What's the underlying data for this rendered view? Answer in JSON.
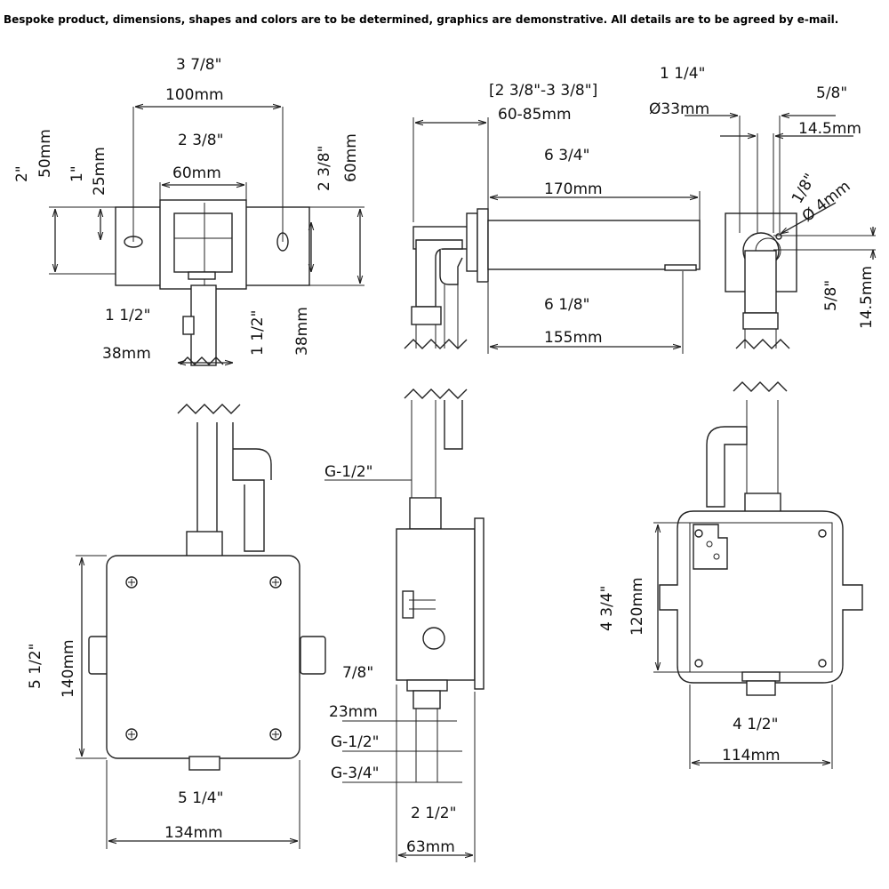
{
  "note": "Bespoke product, dimensions, shapes and colors are to be determined, graphics are demonstrative. All details are to be agreed by e-mail.",
  "dims": {
    "w100_in": "3 7/8\"",
    "w100_mm": "100mm",
    "w60_in": "2 3/8\"",
    "w60_mm": "60mm",
    "h50_in": "2\"",
    "h50_mm": "50mm",
    "h25_in": "1\"",
    "h25_mm": "25mm",
    "h60_in": "2 3/8\"",
    "h60_mm": "60mm",
    "w38_in": "1 1/2\"",
    "w38_mm": "38mm",
    "h38_in": "1 1/2\"",
    "h38_mm": "38mm",
    "adj_in": "[2 3/8\"-3 3/8\"]",
    "adj_mm": "60-85mm",
    "l170_in": "6 3/4\"",
    "l170_mm": "170mm",
    "l155_in": "6 1/8\"",
    "l155_mm": "155mm",
    "d33_in": "1 1/4\"",
    "d33_mm": "Ø33mm",
    "w145_in": "5/8\"",
    "w145_mm": "14.5mm",
    "d4_in": "1/8\"",
    "d4_mm": "Ø 4mm",
    "h145_in": "5/8\"",
    "h145_mm": "14.5mm",
    "thread_half_top": "G-1/2\"",
    "h140_in": "5 1/2\"",
    "h140_mm": "140mm",
    "w134_in": "5 1/4\"",
    "w134_mm": "134mm",
    "w23_in": "7/8\"",
    "w23_mm": "23mm",
    "thread_half": "G-1/2\"",
    "thread_three_quarter": "G-3/4\"",
    "w63_in": "2 1/2\"",
    "w63_mm": "63mm",
    "h120_in": "4 3/4\"",
    "h120_mm": "120mm",
    "w114_in": "4 1/2\"",
    "w114_mm": "114mm"
  }
}
